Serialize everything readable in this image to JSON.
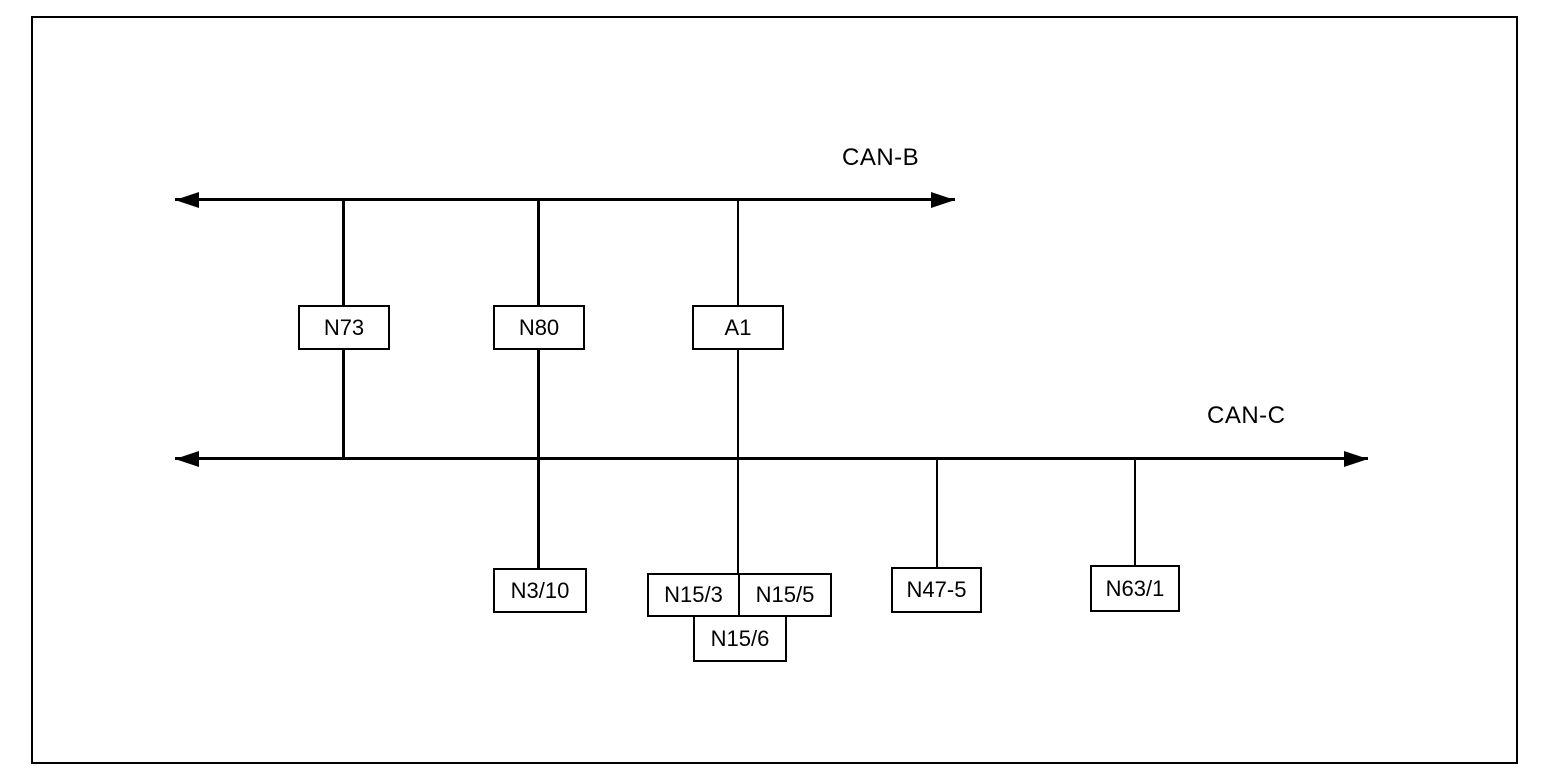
{
  "diagram": {
    "buses": [
      {
        "id": "CAN-B",
        "label": "CAN-B",
        "arrows": "both-ends"
      },
      {
        "id": "CAN-C",
        "label": "CAN-C",
        "arrows": "both-ends"
      }
    ],
    "nodes": [
      {
        "label": "N73",
        "connects": [
          "CAN-B",
          "CAN-C"
        ]
      },
      {
        "label": "N80",
        "connects": [
          "CAN-B",
          "CAN-C",
          "N3/10"
        ]
      },
      {
        "label": "A1",
        "connects": [
          "CAN-B",
          "CAN-C",
          "N15/3",
          "N15/5"
        ]
      },
      {
        "label": "N3/10",
        "connects": [
          "CAN-C"
        ]
      },
      {
        "label": "N15/3",
        "connects": [
          "CAN-C",
          "N15/5",
          "N15/6"
        ]
      },
      {
        "label": "N15/5",
        "connects": [
          "CAN-C",
          "N15/3",
          "N15/6"
        ]
      },
      {
        "label": "N15/6",
        "connects": [
          "N15/3",
          "N15/5"
        ]
      },
      {
        "label": "N47-5",
        "connects": [
          "CAN-C"
        ]
      },
      {
        "label": "N63/1",
        "connects": [
          "CAN-C"
        ]
      }
    ],
    "colors": {
      "line": "#000000",
      "background": "#ffffff",
      "text": "#000000"
    }
  }
}
